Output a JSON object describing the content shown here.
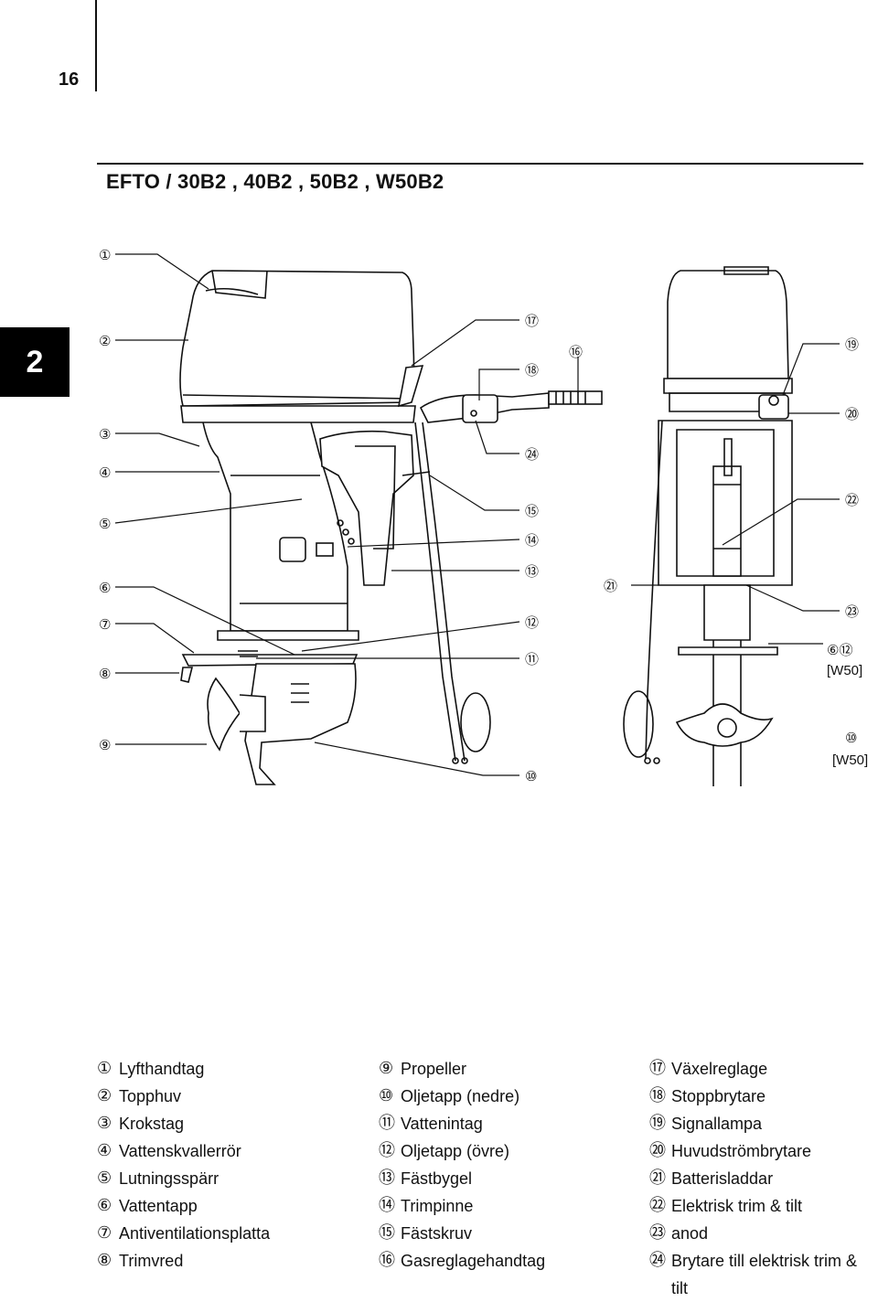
{
  "page": {
    "number": "16",
    "chapter": "2",
    "title": "EFTO / 30B2 , 40B2 , 50B2 , W50B2"
  },
  "diagram": {
    "left_callouts": [
      {
        "num": "①"
      },
      {
        "num": "②"
      },
      {
        "num": "③"
      },
      {
        "num": "④"
      },
      {
        "num": "⑤"
      },
      {
        "num": "⑥"
      },
      {
        "num": "⑦"
      },
      {
        "num": "⑧"
      },
      {
        "num": "⑨"
      }
    ],
    "center_callouts": [
      {
        "num": "⑰"
      },
      {
        "num": "⑯"
      },
      {
        "num": "⑱"
      },
      {
        "num": "㉔"
      },
      {
        "num": "⑮"
      },
      {
        "num": "⑭"
      },
      {
        "num": "⑬"
      },
      {
        "num": "⑫"
      },
      {
        "num": "⑪"
      },
      {
        "num": "⑩"
      }
    ],
    "right_callouts": [
      {
        "num": "⑲"
      },
      {
        "num": "⑳"
      },
      {
        "num": "㉒"
      },
      {
        "num": "㉑"
      },
      {
        "num": "㉓"
      },
      {
        "num": "⑥⑫",
        "variant": "[W50]"
      },
      {
        "num": "⑩",
        "variant": "[W50]"
      }
    ]
  },
  "legend": {
    "col1": [
      {
        "num": "①",
        "label": "Lyfthandtag"
      },
      {
        "num": "②",
        "label": "Topphuv"
      },
      {
        "num": "③",
        "label": "Krokstag"
      },
      {
        "num": "④",
        "label": "Vattenskvallerrör"
      },
      {
        "num": "⑤",
        "label": "Lutningsspärr"
      },
      {
        "num": "⑥",
        "label": "Vattentapp"
      },
      {
        "num": "⑦",
        "label": "Antiventilationsplatta"
      },
      {
        "num": "⑧",
        "label": "Trimvred"
      }
    ],
    "col2": [
      {
        "num": "⑨",
        "label": "Propeller"
      },
      {
        "num": "⑩",
        "label": "Oljetapp (nedre)"
      },
      {
        "num": "⑪",
        "label": "Vattenintag"
      },
      {
        "num": "⑫",
        "label": "Oljetapp (övre)"
      },
      {
        "num": "⑬",
        "label": "Fästbygel"
      },
      {
        "num": "⑭",
        "label": "Trimpinne"
      },
      {
        "num": "⑮",
        "label": "Fästskruv"
      },
      {
        "num": "⑯",
        "label": "Gasreglagehandtag"
      }
    ],
    "col3": [
      {
        "num": "⑰",
        "label": "Växelreglage"
      },
      {
        "num": "⑱",
        "label": "Stoppbrytare"
      },
      {
        "num": "⑲",
        "label": "Signallampa"
      },
      {
        "num": "⑳",
        "label": "Huvudströmbrytare"
      },
      {
        "num": "㉑",
        "label": "Batterisladdar"
      },
      {
        "num": "㉒",
        "label": "Elektrisk trim & tilt"
      },
      {
        "num": "㉓",
        "label": "anod"
      },
      {
        "num": "㉔",
        "label": "Brytare till elektrisk trim & tilt"
      }
    ]
  }
}
